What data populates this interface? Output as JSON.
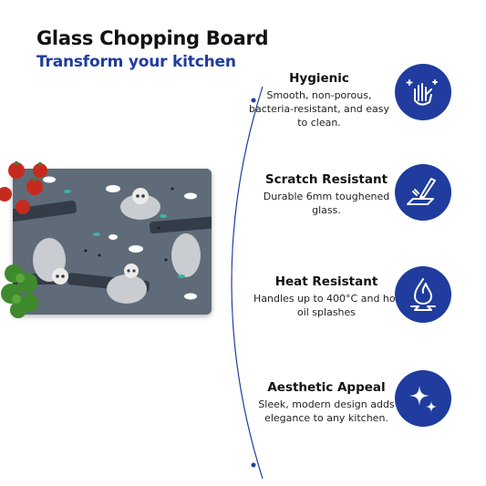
{
  "header": {
    "title": "Glass Chopping Board",
    "subtitle": "Transform your kitchen"
  },
  "colors": {
    "accent": "#1f3c9e",
    "board": "#5f6b78"
  },
  "features": [
    {
      "title": "Hygienic",
      "description": "Smooth, non-porous, bacteria-resistant, and easy to clean.",
      "icon": "hand-wipe-sparkle-icon"
    },
    {
      "title": "Scratch Resistant",
      "description": "Durable 6mm toughened glass.",
      "icon": "knife-scratch-icon"
    },
    {
      "title": "Heat Resistant",
      "description": "Handles up to 400°C and hot oil splashes",
      "icon": "flame-icon"
    },
    {
      "title": "Aesthetic Appeal",
      "description": "Sleek, modern design adds elegance to any kitchen.",
      "icon": "sparkles-icon"
    }
  ]
}
